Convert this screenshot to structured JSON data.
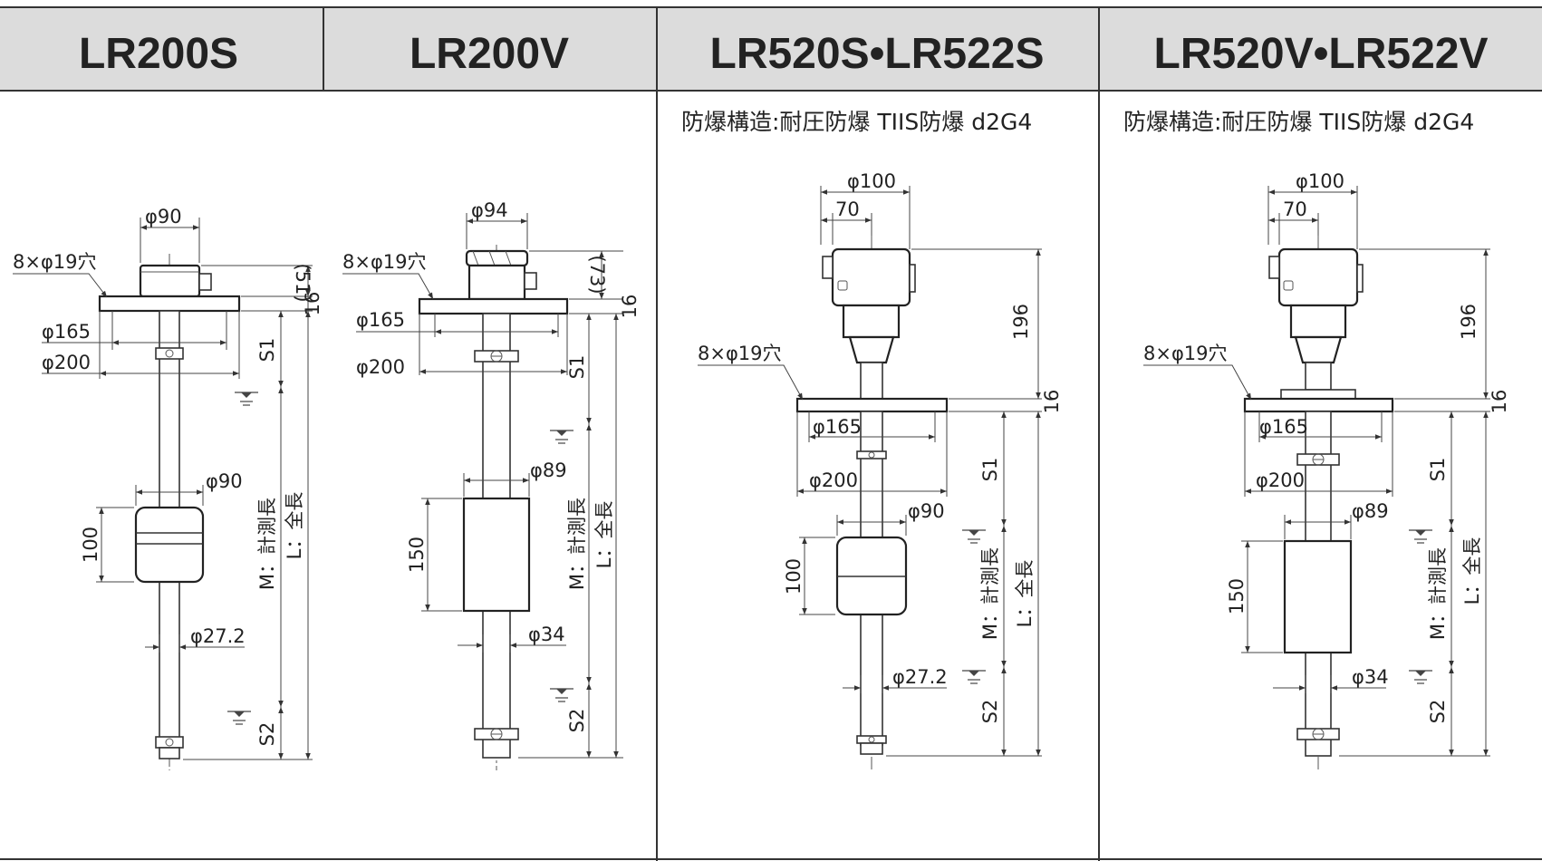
{
  "headers": [
    "LR200S",
    "LR200V",
    "LR520S•LR522S",
    "LR520V•LR522V"
  ],
  "explosion_note": "防爆構造:耐圧防爆 TIIS防爆 d2G4",
  "labels": {
    "phi90": "φ90",
    "phi94": "φ94",
    "phi100": "φ100",
    "d70": "70",
    "holes": "8×φ19穴",
    "phi165": "φ165",
    "phi200": "φ200",
    "phi89": "φ89",
    "phi27": "φ27.2",
    "phi34": "φ34",
    "d51": "(51)",
    "d73": "(73)",
    "d16": "16",
    "d196": "196",
    "d100": "100",
    "d150": "150",
    "s1": "S1",
    "s2": "S2",
    "m_len": "M：計測長",
    "l_len": "L：全長"
  }
}
